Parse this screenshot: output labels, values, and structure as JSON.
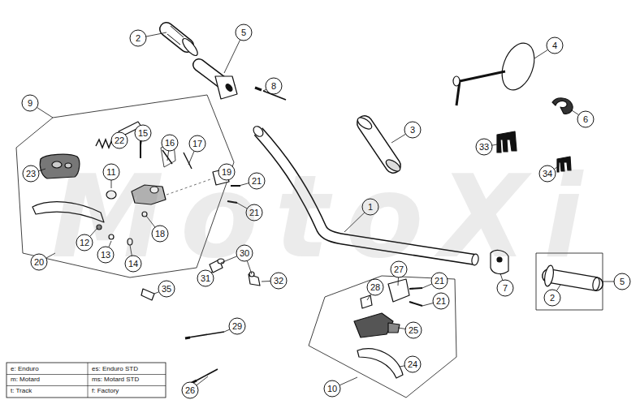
{
  "diagram": {
    "labels": [
      "2",
      "5",
      "4",
      "8",
      "3",
      "9",
      "6",
      "22",
      "15",
      "16",
      "17",
      "33",
      "34",
      "23",
      "11",
      "19",
      "21",
      "21",
      "1",
      "12",
      "18",
      "13",
      "14",
      "20",
      "30",
      "31",
      "32",
      "35",
      "27",
      "21",
      "28",
      "21",
      "7",
      "5",
      "2",
      "25",
      "29",
      "24",
      "26",
      "10",
      "e: Enduro",
      "es: Enduro STD",
      "m: Motard",
      "ms: Motard STD",
      "t: Track",
      "f: Factory",
      "MotoXi"
    ]
  }
}
